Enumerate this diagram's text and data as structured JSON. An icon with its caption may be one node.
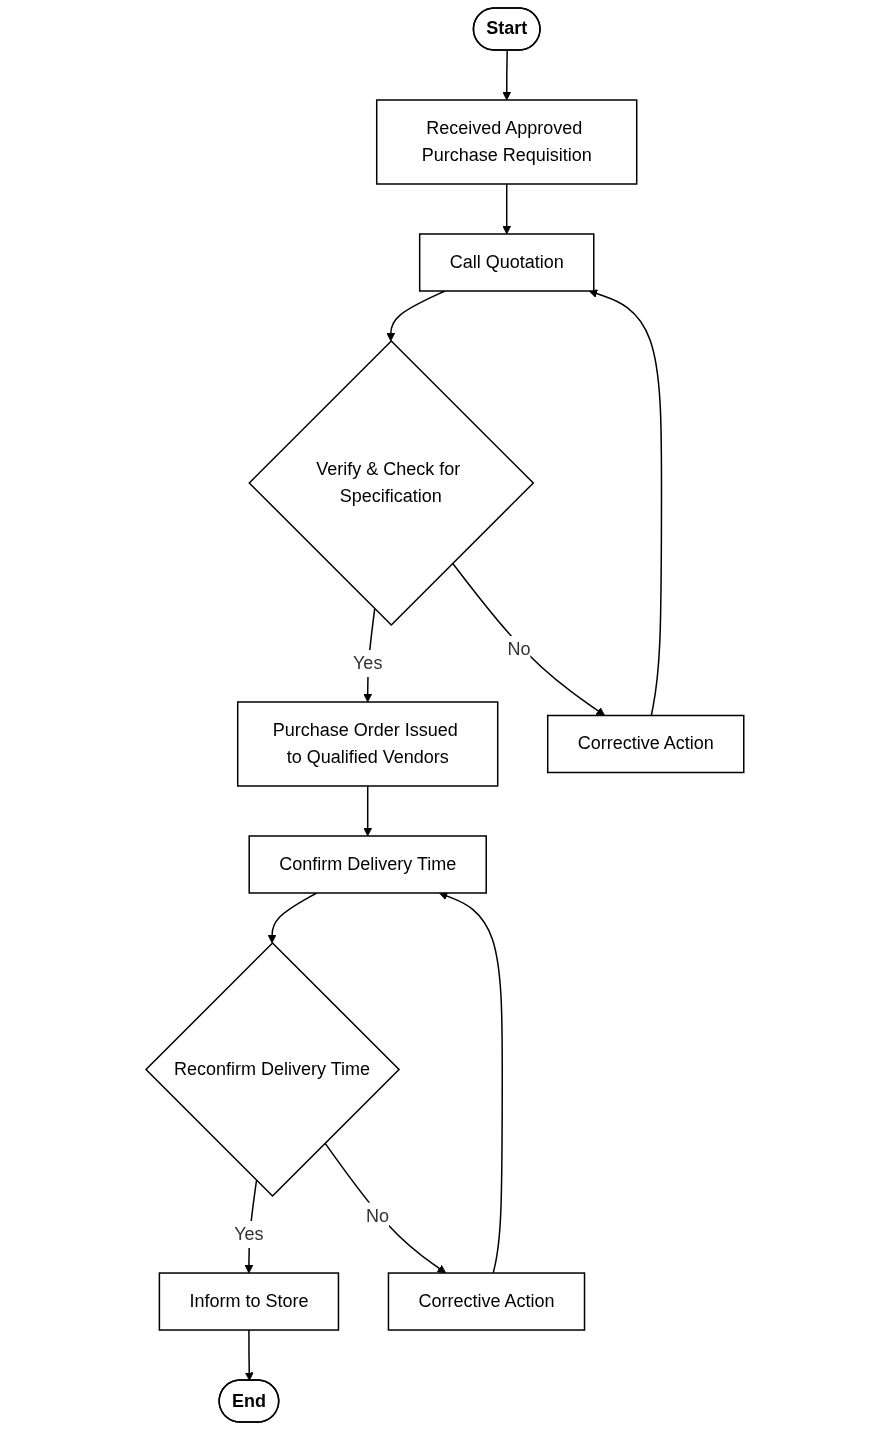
{
  "diagram": {
    "nodes": [
      {
        "text": [
          "Start"
        ]
      },
      {
        "text": [
          "Received Approved Purchase Requisition"
        ]
      },
      {
        "text": [
          "Call Quotation"
        ]
      },
      {
        "text": [
          "Corrective Action"
        ]
      },
      {
        "text": [
          "Verify & Check for Specification"
        ]
      },
      {
        "text": [
          "Purchase Order Issued to Qualified Vendors"
        ]
      },
      {
        "text": [
          "Confirm Delivery Time"
        ]
      },
      {
        "text": [
          "Corrective Action"
        ]
      },
      {
        "text": [
          "Reconfirm Delivery Time"
        ]
      },
      {
        "text": [
          "Inform to Store"
        ]
      },
      {
        "text": [
          "End"
        ]
      }
    ],
    "edges": [
      {
        "from": 0,
        "to": 1,
        "arrow": "to"
      },
      {
        "from": 1,
        "to": 2,
        "arrow": "to"
      },
      {
        "from": 2,
        "to": 4,
        "arrow": "to"
      },
      {
        "from": 4,
        "to": 5,
        "label": "Yes",
        "arrow": "to"
      },
      {
        "from": 4,
        "to": 3,
        "label": "No",
        "arrow": "to"
      },
      {
        "from": 3,
        "to": 2,
        "arrow": "to"
      },
      {
        "from": 5,
        "to": 6,
        "arrow": "to"
      },
      {
        "from": 6,
        "to": 8,
        "arrow": "to"
      },
      {
        "from": 8,
        "to": 9,
        "label": "Yes",
        "arrow": "to"
      },
      {
        "from": 8,
        "to": 7,
        "label": "No",
        "arrow": "to"
      },
      {
        "from": 7,
        "to": 6,
        "arrow": "to"
      },
      {
        "from": 9,
        "to": 10,
        "arrow": "to"
      }
    ]
  }
}
